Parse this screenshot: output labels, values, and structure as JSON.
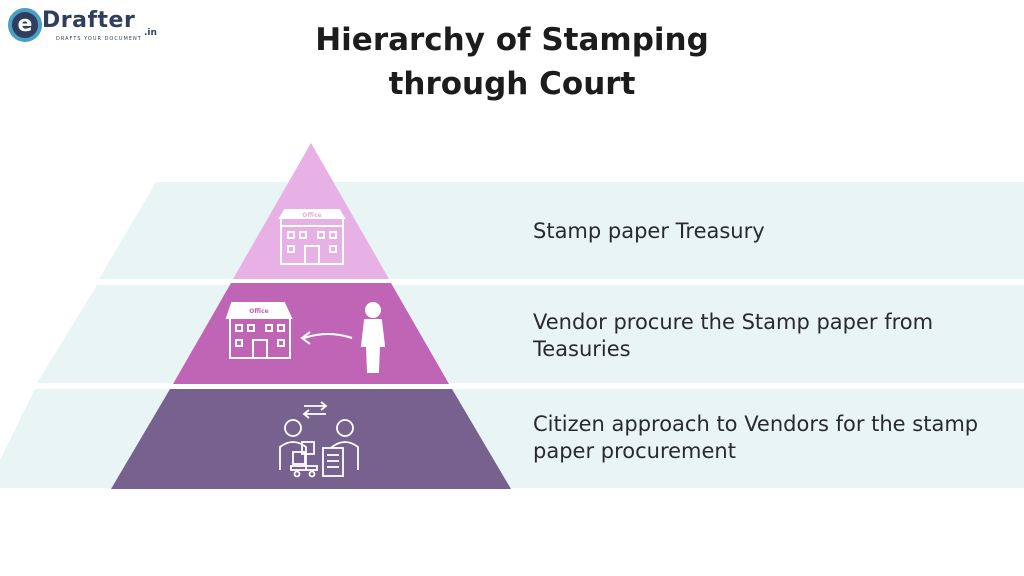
{
  "logo": {
    "e": "e",
    "word": "Drafter",
    "suffix": ".in",
    "tagline": "DRAFTS YOUR DOCUMENT"
  },
  "title": {
    "line1": "Hierarchy of Stamping",
    "line2": "through Court"
  },
  "levels": [
    {
      "text": "Stamp paper Treasury",
      "icon": "office-building-icon",
      "sign": "Office"
    },
    {
      "text": "Vendor procure the Stamp paper from Teasuries",
      "icon": "vendor-to-office-icon",
      "sign": "Office"
    },
    {
      "text": "Citizen approach to Vendors for the stamp paper procurement",
      "icon": "citizen-vendor-exchange-icon"
    }
  ],
  "colors": {
    "band": "#e9f4f4",
    "level1": "#e8b1e5",
    "level2": "#c065b6",
    "level3": "#77628f",
    "icon": "#ffffff"
  }
}
